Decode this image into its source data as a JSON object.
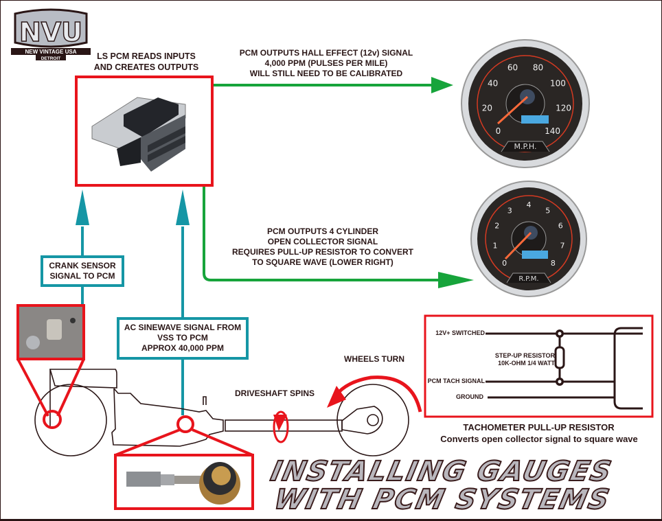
{
  "logo": {
    "brand": "NVU",
    "line1": "NEW VINTAGE USA",
    "line2": "DETROIT"
  },
  "pcm": {
    "label_lines": [
      "LS PCM READS INPUTS",
      "AND CREATES OUTPUTS"
    ]
  },
  "speed_output": {
    "lines": [
      "PCM OUTPUTS HALL EFFECT (12v) SIGNAL",
      "4,000 PPM (PULSES PER MILE)",
      "WILL STILL NEED TO BE CALIBRATED"
    ]
  },
  "tach_output": {
    "lines": [
      "PCM OUTPUTS 4 CYLINDER",
      "OPEN COLLECTOR SIGNAL",
      "REQUIRES PULL-UP RESISTOR TO CONVERT",
      "TO SQUARE WAVE (LOWER RIGHT)"
    ]
  },
  "crank_box": {
    "lines": [
      "CRANK SENSOR",
      "SIGNAL TO PCM"
    ]
  },
  "vss_box": {
    "lines": [
      "AC SINEWAVE SIGNAL FROM",
      "VSS TO PCM",
      "APPROX 40,000 PPM"
    ]
  },
  "speedometer": {
    "unit": "M.P.H.",
    "ticks": [
      "0",
      "20",
      "40",
      "60",
      "80",
      "100",
      "120",
      "140"
    ]
  },
  "tachometer": {
    "unit": "R.P.M.",
    "ticks": [
      "0",
      "1",
      "2",
      "3",
      "4",
      "5",
      "6",
      "7",
      "8"
    ]
  },
  "drivetrain": {
    "driveshaft_label": "DRIVESHAFT SPINS",
    "wheels_label": "WHEELS TURN"
  },
  "resistor_diagram": {
    "wire_12v": "12V+ SWITCHED",
    "wire_tach": "PCM TACH SIGNAL",
    "wire_ground": "GROUND",
    "resistor_lines": [
      "STEP-UP RESISTOR",
      "10K-OHM 1/4 WATT"
    ],
    "caption_title": "TACHOMETER PULL-UP RESISTOR",
    "caption_sub": "Converts open collector signal to square wave"
  },
  "title": {
    "line1": "INSTALLING GAUGES",
    "line2": "WITH PCM SYSTEMS"
  },
  "colors": {
    "red": "#e8141c",
    "green": "#17a43b",
    "teal": "#1596a5",
    "dark": "#2a1616"
  }
}
